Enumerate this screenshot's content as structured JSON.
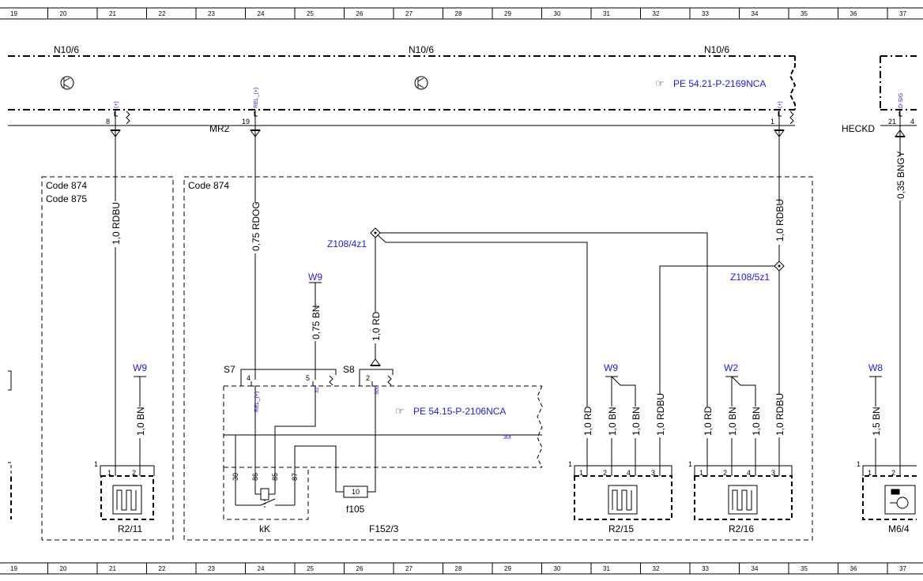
{
  "ruler": {
    "numbers": [
      "19",
      "20",
      "21",
      "22",
      "23",
      "24",
      "25",
      "26",
      "27",
      "28",
      "29",
      "30",
      "31",
      "32",
      "33",
      "34",
      "35",
      "36",
      "37"
    ]
  },
  "modules": {
    "n10_6": "N10/6",
    "ref_main": "PE 54.21-P-2169NCA",
    "ref_f152": "PE 54.15-P-2106NCA",
    "mr2": "MR2",
    "heckd": "HECKD",
    "s7": "S7",
    "s8": "S8"
  },
  "codes": {
    "code_874": "Code 874",
    "code_875": "Code 875"
  },
  "pins": {
    "p8": "8",
    "p19": "19",
    "p1": "1",
    "p21": "21",
    "p4": "4",
    "p2": "2",
    "p3": "3",
    "p5": "5",
    "p10": "10",
    "p30": "30",
    "p86": "86",
    "p85": "85",
    "p87": "87"
  },
  "signals": {
    "plus": "(+)",
    "rel_plus": "REL_(+)",
    "dsig": "D-SIG",
    "s31": "31",
    "s30t": "30t"
  },
  "wires": {
    "rdbu_1_0": "1,0 RDBU",
    "rdog_0_75": "0,75 RDOG",
    "bn_0_75": "0,75 BN",
    "rd_1_0": "1,0 RD",
    "bn_1_0": "1,0 BN",
    "bngy_0_35": "0,35 BNGY",
    "bn_1_5": "1,5 BN"
  },
  "grounds": {
    "w9": "W9",
    "w2": "W2",
    "w8": "W8"
  },
  "connectors": {
    "z108_4z1": "Z108/4z1",
    "z108_5z1": "Z108/5z1"
  },
  "components": {
    "r2_11": "R2/11",
    "r2_15": "R2/15",
    "r2_16": "R2/16",
    "m6_4": "M6/4",
    "kk": "kK",
    "f105": "f105",
    "f152_3": "F152/3"
  },
  "colors": {
    "line": "#000000",
    "label_blue": "#1a1ae6"
  }
}
